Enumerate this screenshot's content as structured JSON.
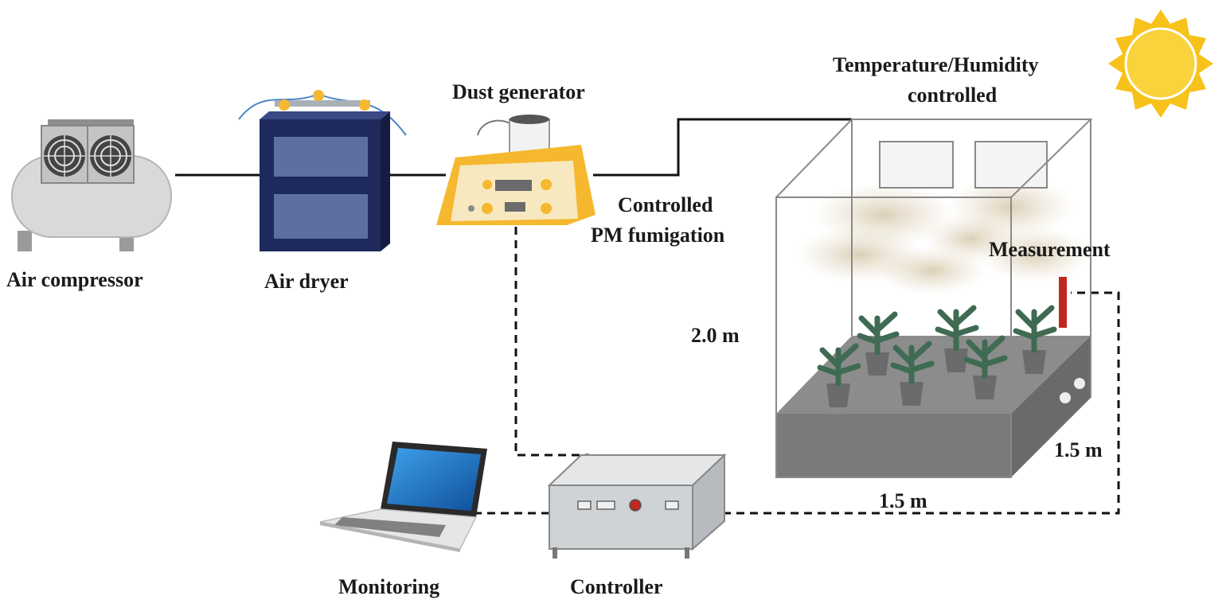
{
  "labels": {
    "air_compressor": "Air compressor",
    "air_dryer": "Air dryer",
    "dust_generator": "Dust generator",
    "temp_humidity_line1": "Temperature/Humidity",
    "temp_humidity_line2": "controlled",
    "controlled_pm_line1": "Controlled",
    "controlled_pm_line2": "PM fumigation",
    "measurement": "Measurement",
    "height": "2.0 m",
    "depth": "1.5 m",
    "width": "1.5 m",
    "monitoring": "Monitoring",
    "controller": "Controller"
  },
  "colors": {
    "compressor_body": "#d9d9d9",
    "dryer_body": "#1f2a5c",
    "dust_generator_body": "#f5b82e",
    "chamber_base": "#7a7a7a",
    "plant_leaf": "#3f6b52",
    "pot": "#6b6b6b",
    "sensor": "#c0271f",
    "sun": "#f7c21a",
    "smoke": "#c8b48a",
    "laptop_screen": "#1e73c8",
    "controller_body": "#cfd3d6"
  },
  "icons": [
    "sun-icon",
    "fan-icon",
    "plant-icon",
    "laptop-icon"
  ]
}
